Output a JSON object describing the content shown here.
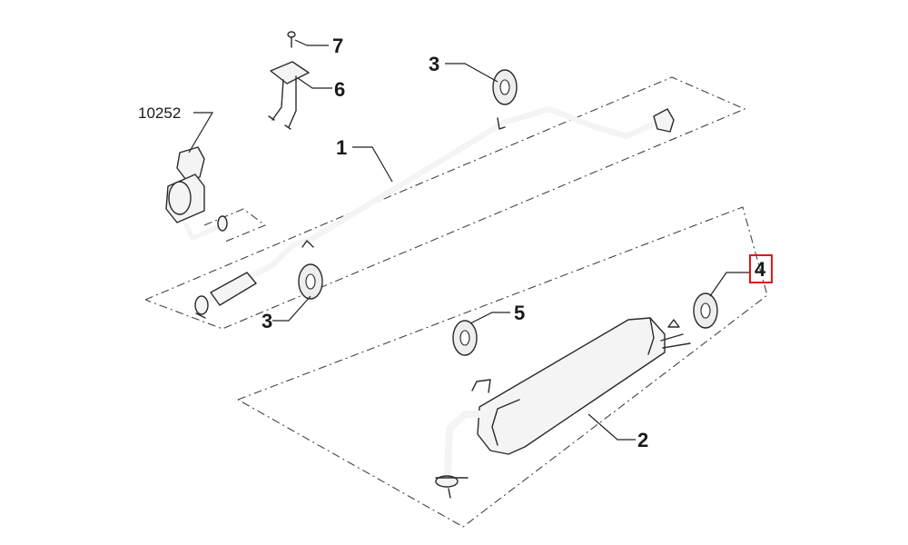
{
  "callouts": {
    "pipe": "1",
    "muffler": "2",
    "hanger_top": "3",
    "hanger_left": "3",
    "hanger_rear": "4",
    "hanger_mid": "5",
    "bracket": "6",
    "bolt": "7",
    "catalyst_ref": "10252"
  },
  "highlight_color": "#e0161b"
}
